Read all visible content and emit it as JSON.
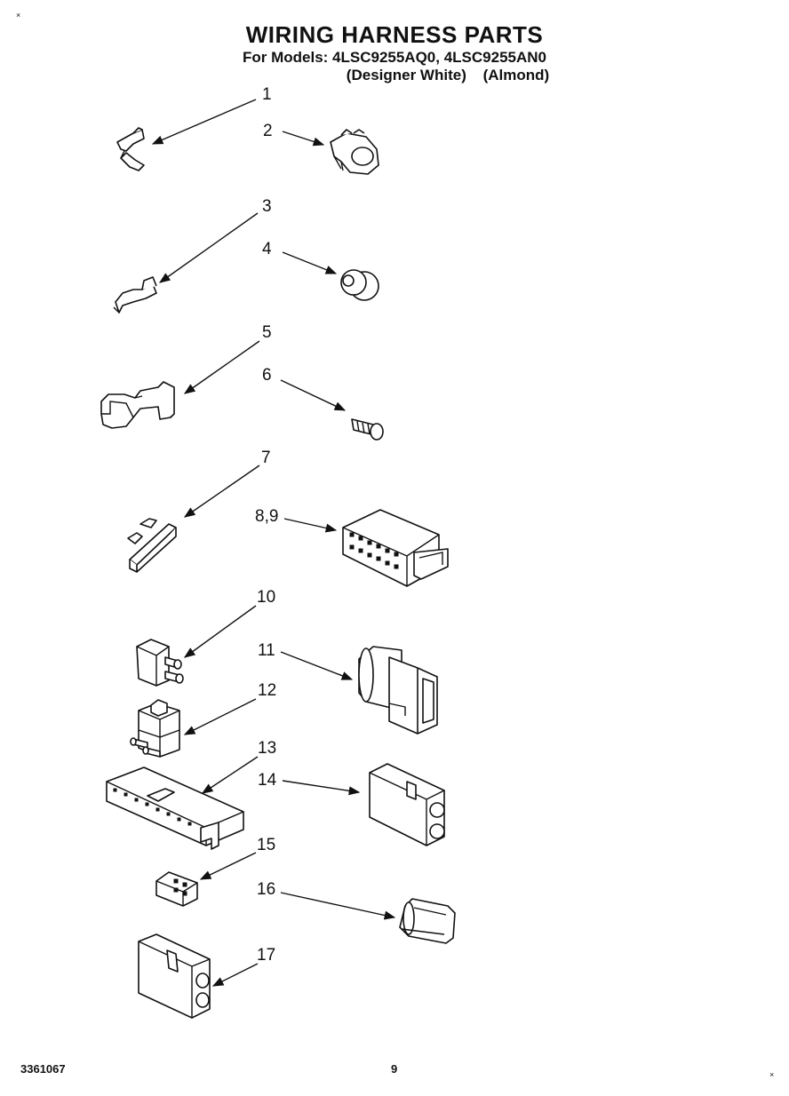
{
  "header": {
    "title": "WIRING HARNESS PARTS",
    "models_line": "For Models: 4LSC9255AQ0, 4LSC9255AN0",
    "color_1": "(Designer White)",
    "color_2": "(Almond)"
  },
  "footer": {
    "doc_number": "3361067",
    "page_number": "9",
    "corner_mark_top": "×",
    "corner_mark_bottom": "×"
  },
  "callouts": [
    "1",
    "2",
    "3",
    "4",
    "5",
    "6",
    "7",
    "8,9",
    "10",
    "11",
    "12",
    "13",
    "14",
    "15",
    "16",
    "17"
  ]
}
